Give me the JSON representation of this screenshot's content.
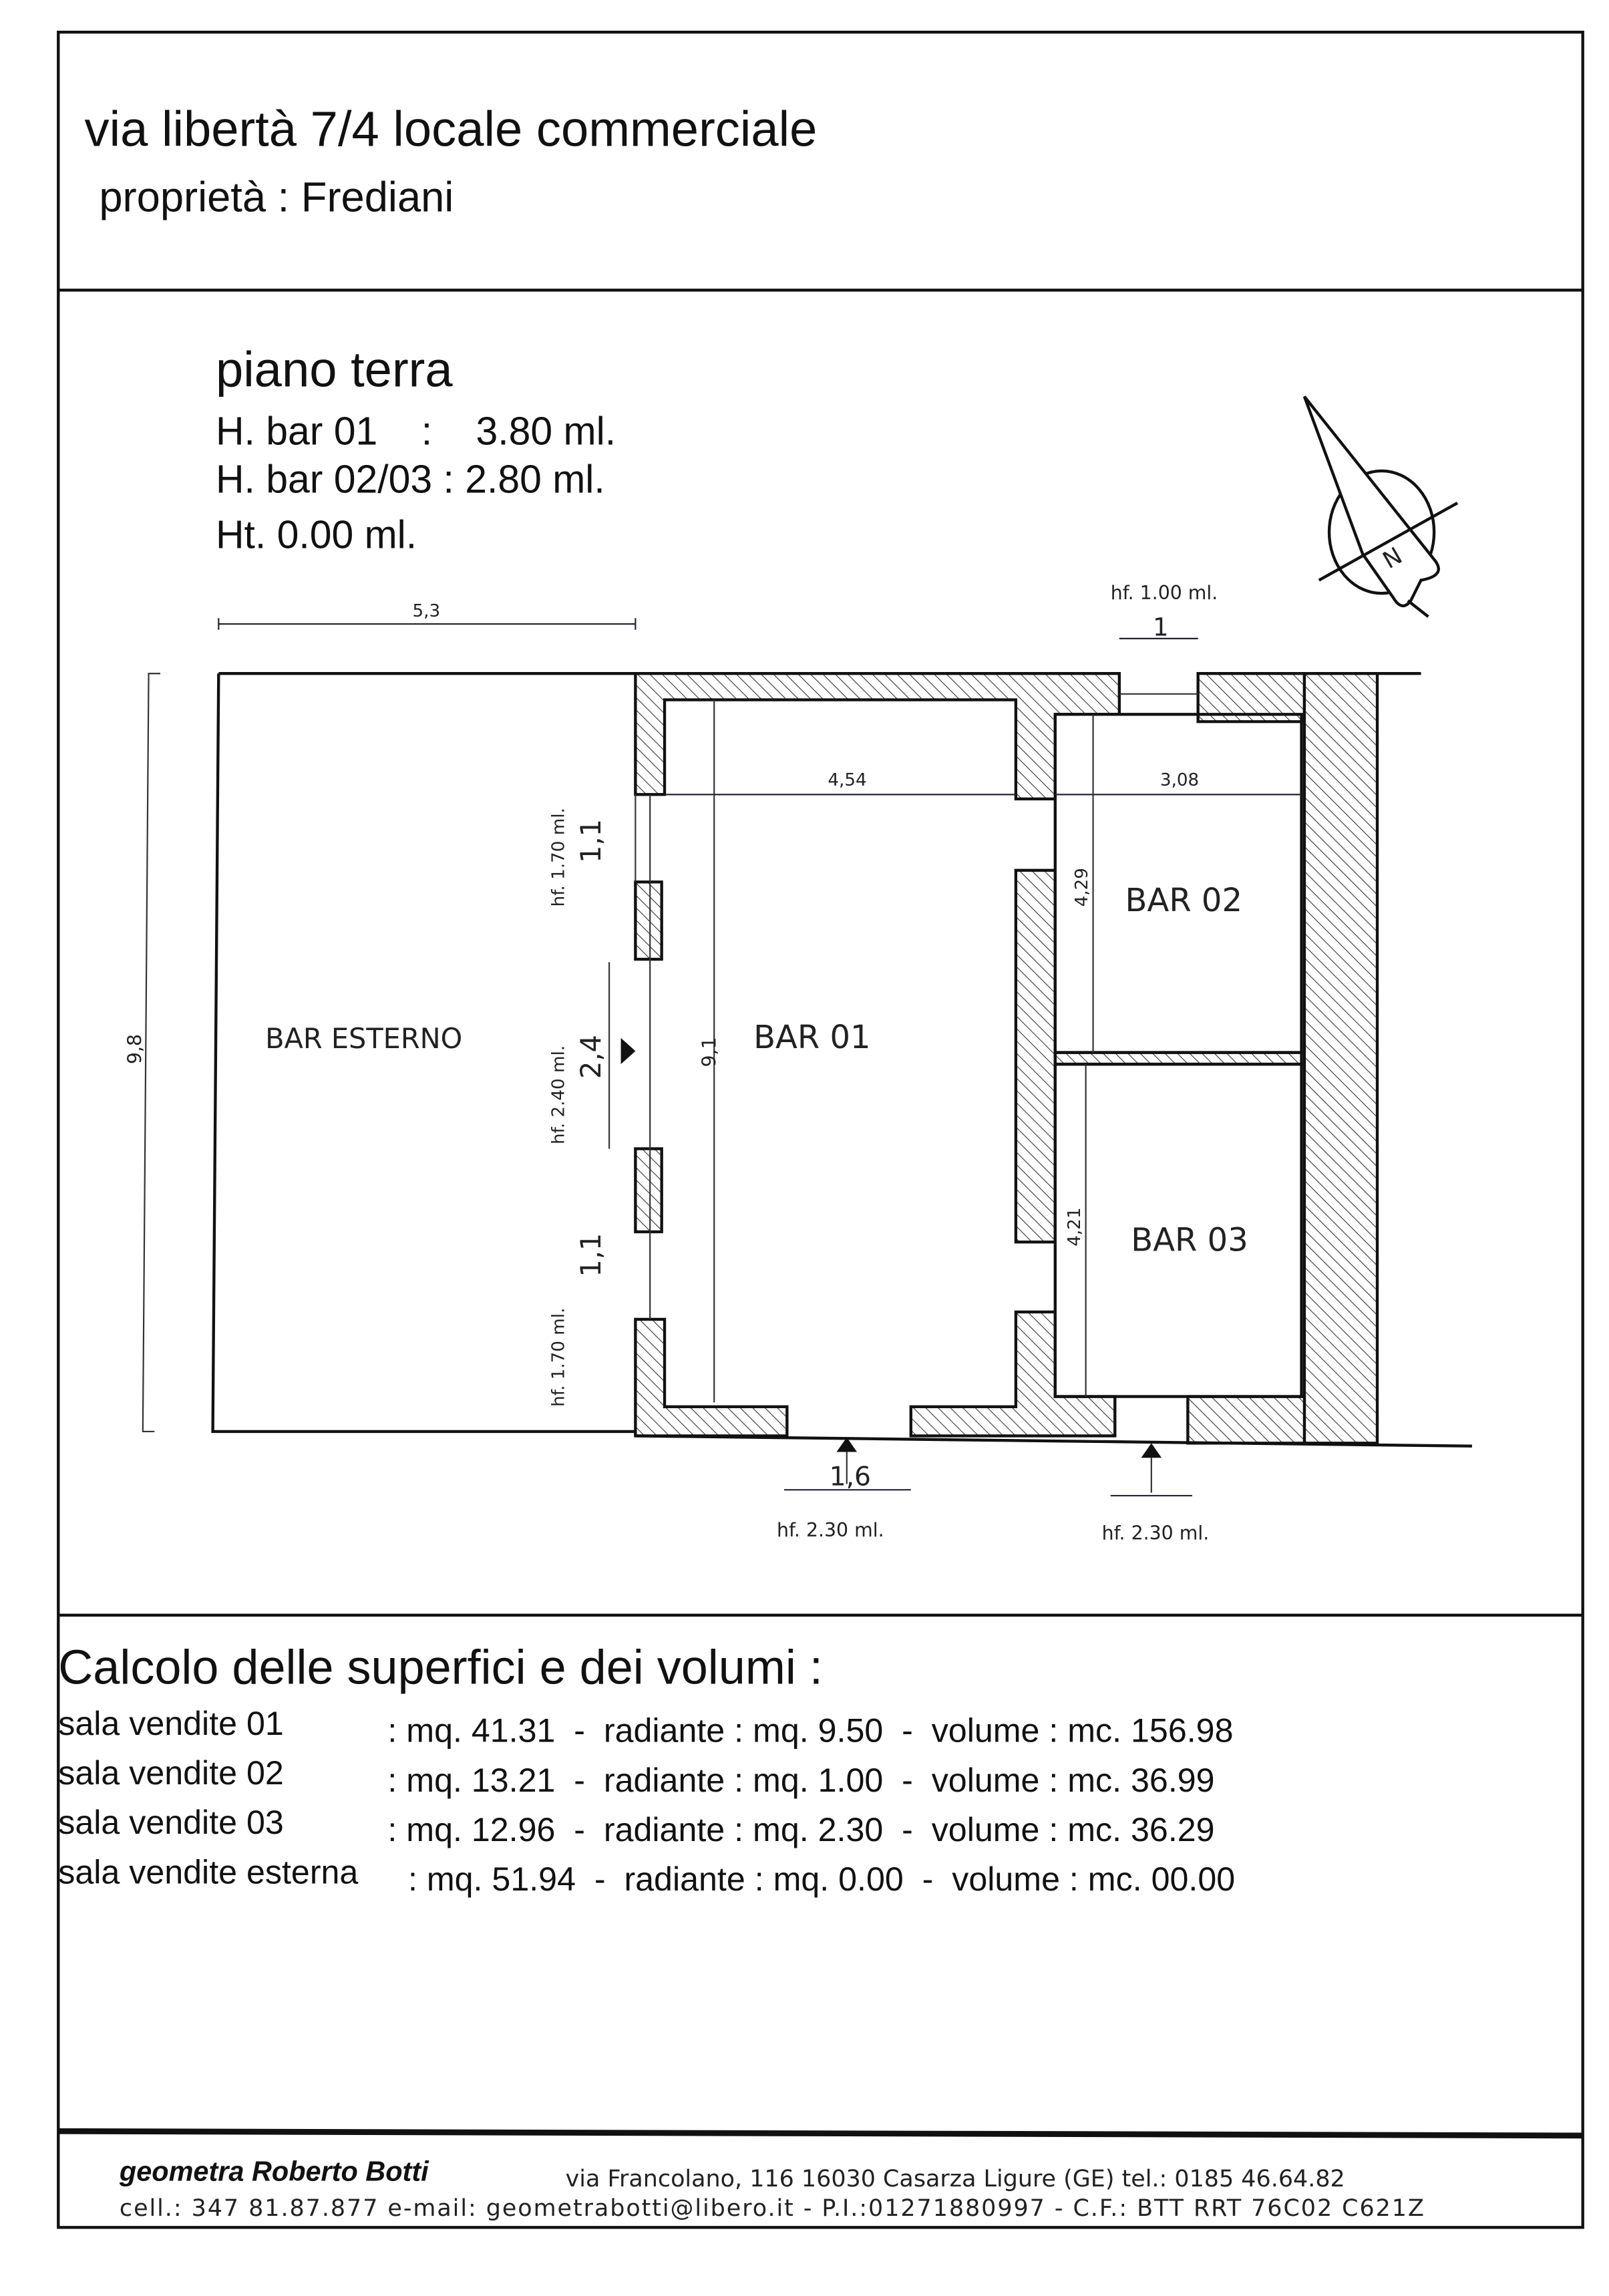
{
  "header": {
    "title": "via libertà 7/4 locale commerciale",
    "owner": "proprietà : Frediani"
  },
  "plan_info": {
    "floor": "piano terra",
    "lines": [
      "H. bar 01    :    3.80 ml.",
      "H. bar 02/03 : 2.80 ml.",
      "Ht. 0.00 ml."
    ]
  },
  "plan": {
    "rooms": [
      "BAR ESTERNO",
      "BAR 01",
      "BAR 02",
      "BAR 03"
    ],
    "dims": {
      "esterno_width": "5,3",
      "esterno_depth": "9,8",
      "bar01_width": "4,54",
      "bar02_width": "3,08",
      "bar01_depth": "9,1",
      "bar02_depth": "4,29",
      "bar03_depth": "4,21",
      "window_top": "1,1",
      "door_side": "2,4",
      "window_bottom": "1,1",
      "door_main": "1,6",
      "window_north": "1"
    },
    "heights": {
      "window_top": "hf. 1.70 ml.",
      "door_side": "hf. 2.40 ml.",
      "window_bottom": "hf. 1.70 ml.",
      "door_main": "hf. 2.30 ml.",
      "door_secondary": "hf. 2.30 ml.",
      "window_north": "hf. 1.00 ml."
    },
    "north_label": "N"
  },
  "calc": {
    "title": "Calcolo delle superfici e dei volumi :",
    "rows": [
      {
        "name": "sala vendite 01",
        "values": ": mq. 41.31  -  radiante : mq. 9.50  -  volume : mc. 156.98"
      },
      {
        "name": "sala vendite 02",
        "values": ": mq. 13.21  -  radiante : mq. 1.00  -  volume : mc. 36.99"
      },
      {
        "name": "sala vendite 03",
        "values": ": mq. 12.96  -  radiante : mq. 2.30  -  volume : mc. 36.29"
      },
      {
        "name": "sala vendite esterna",
        "values": ": mq. 51.94  -  radiante : mq. 0.00  -  volume : mc. 00.00"
      }
    ]
  },
  "footer": {
    "name": "geometra Roberto Botti",
    "address": "via Francolano, 116 16030 Casarza Ligure (GE) tel.: 0185 46.64.82",
    "contacts": "cell.: 347 81.87.877 e-mail: geometrabotti@libero.it - P.I.:01271880997 - C.F.: BTT RRT 76C02 C621Z"
  }
}
